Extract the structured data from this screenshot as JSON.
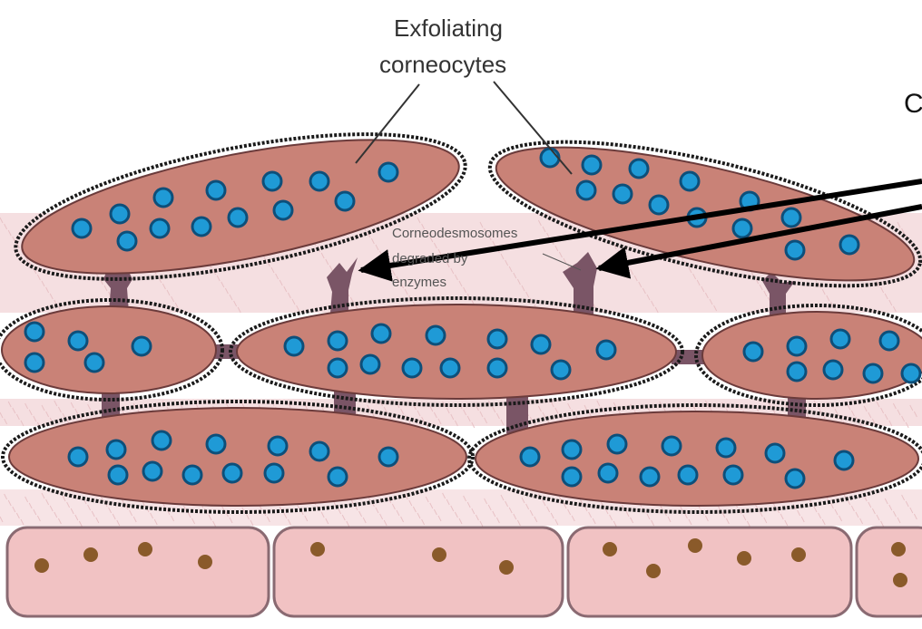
{
  "labels": {
    "exfoliating_line1": "Exfoliating",
    "exfoliating_line2": "corneocytes",
    "degraded_line1": "Corneodesmosomes",
    "degraded_line2": "degraded by",
    "degraded_line3": "enzymes",
    "cropped_callout": "C"
  },
  "colors": {
    "cell_fill": "#c98277",
    "cell_border": "#1a1a1a",
    "nucleus_fill": "#1f9ad6",
    "nucleus_ring": "#0d4f7a",
    "desmosome": "#7a5566",
    "base_cell_fill": "#f1c2c3",
    "base_cell_border": "#8a6a72",
    "granule": "#8a5a2a",
    "lipid_band": "#f3d6d8",
    "arrow": "#000000"
  }
}
